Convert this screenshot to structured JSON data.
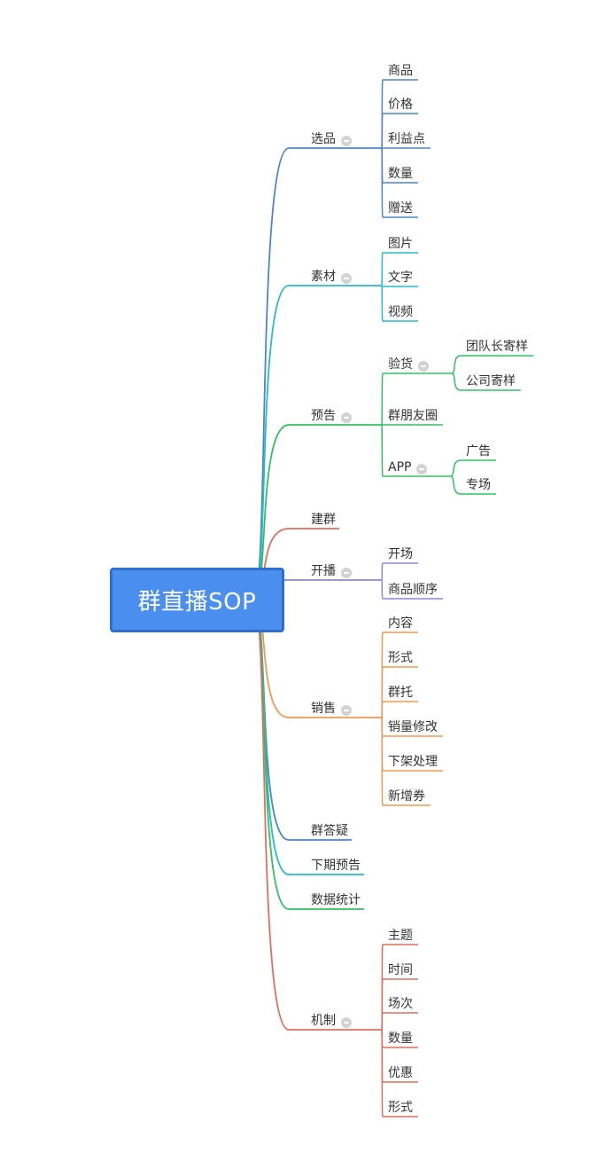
{
  "root": {
    "label": "群直播SOP"
  },
  "colors": {
    "blue": "#4a86c8",
    "cyan": "#27bcc8",
    "green": "#30c060",
    "red": "#e06e5e",
    "purple": "#9186d6",
    "orange": "#ee9a50"
  },
  "branches": [
    {
      "id": "xuanpin",
      "label": "选品",
      "color": "blue",
      "collapsible": true,
      "children": [
        {
          "label": "商品"
        },
        {
          "label": "价格"
        },
        {
          "label": "利益点"
        },
        {
          "label": "数量"
        },
        {
          "label": "赠送"
        }
      ]
    },
    {
      "id": "sucai",
      "label": "素材",
      "color": "cyan",
      "collapsible": true,
      "children": [
        {
          "label": "图片"
        },
        {
          "label": "文字"
        },
        {
          "label": "视频"
        }
      ]
    },
    {
      "id": "yugao",
      "label": "预告",
      "color": "green",
      "collapsible": true,
      "children": [
        {
          "label": "验货",
          "collapsible": true,
          "children": [
            {
              "label": "团队长寄样"
            },
            {
              "label": "公司寄样"
            }
          ]
        },
        {
          "label": "群朋友圈"
        },
        {
          "label": "APP",
          "collapsible": true,
          "children": [
            {
              "label": "广告"
            },
            {
              "label": "专场"
            }
          ]
        }
      ]
    },
    {
      "id": "jianqun",
      "label": "建群",
      "color": "red",
      "collapsible": false,
      "children": []
    },
    {
      "id": "kaibo",
      "label": "开播",
      "color": "purple",
      "collapsible": true,
      "children": [
        {
          "label": "开场"
        },
        {
          "label": "商品顺序"
        }
      ]
    },
    {
      "id": "xiaoshou",
      "label": "销售",
      "color": "orange",
      "collapsible": true,
      "children": [
        {
          "label": "内容"
        },
        {
          "label": "形式"
        },
        {
          "label": "群托"
        },
        {
          "label": "销量修改"
        },
        {
          "label": "下架处理"
        },
        {
          "label": "新增券"
        }
      ]
    },
    {
      "id": "qundayi",
      "label": "群答疑",
      "color": "blue",
      "collapsible": false,
      "children": []
    },
    {
      "id": "xiaqi",
      "label": "下期预告",
      "color": "cyan",
      "collapsible": false,
      "children": []
    },
    {
      "id": "shuju",
      "label": "数据统计",
      "color": "green",
      "collapsible": false,
      "children": []
    },
    {
      "id": "jizhi",
      "label": "机制",
      "color": "red",
      "collapsible": true,
      "children": [
        {
          "label": "主题"
        },
        {
          "label": "时间"
        },
        {
          "label": "场次"
        },
        {
          "label": "数量"
        },
        {
          "label": "优惠"
        },
        {
          "label": "形式"
        }
      ]
    }
  ]
}
